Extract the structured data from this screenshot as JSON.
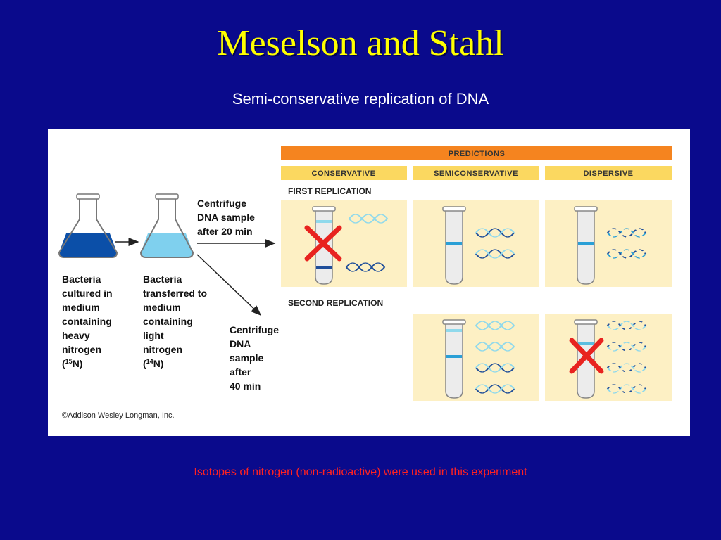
{
  "title": "Meselson and Stahl",
  "subtitle": "Semi-conservative replication of DNA",
  "footnote": "Isotopes of nitrogen (non-radioactive) were used in this experiment",
  "figure": {
    "step1_lines": [
      "Bacteria",
      "cultured in",
      "medium",
      "containing",
      "heavy",
      "nitrogen",
      "(15N)"
    ],
    "step2_lines": [
      "Bacteria",
      "transferred to",
      "medium",
      "containing",
      "light",
      "nitrogen",
      "(14N)"
    ],
    "centrifuge_20_lines": [
      "Centrifuge",
      "DNA sample",
      "after 20 min"
    ],
    "centrifuge_40_lines": [
      "Centrifuge",
      "DNA",
      "sample",
      "after",
      "40 min"
    ],
    "predictions_header": "PREDICTIONS",
    "models": [
      "CONSERVATIVE",
      "SEMICONSERVATIVE",
      "DISPERSIVE"
    ],
    "first_replication_label": "FIRST REPLICATION",
    "second_replication_label": "SECOND REPLICATION",
    "copyright": "©Addison Wesley Longman, Inc.",
    "colors": {
      "heavy_medium": "#0b4fa8",
      "light_medium": "#7fd0ee",
      "predictions_bar": "#f5841f",
      "model_bar": "#fbd860",
      "cell_bg": "#fdf0c4",
      "band_dark": "#1f4e9a",
      "band_mid": "#2a9fd6",
      "band_light": "#8fd9ec",
      "cross": "#e8231f"
    }
  }
}
